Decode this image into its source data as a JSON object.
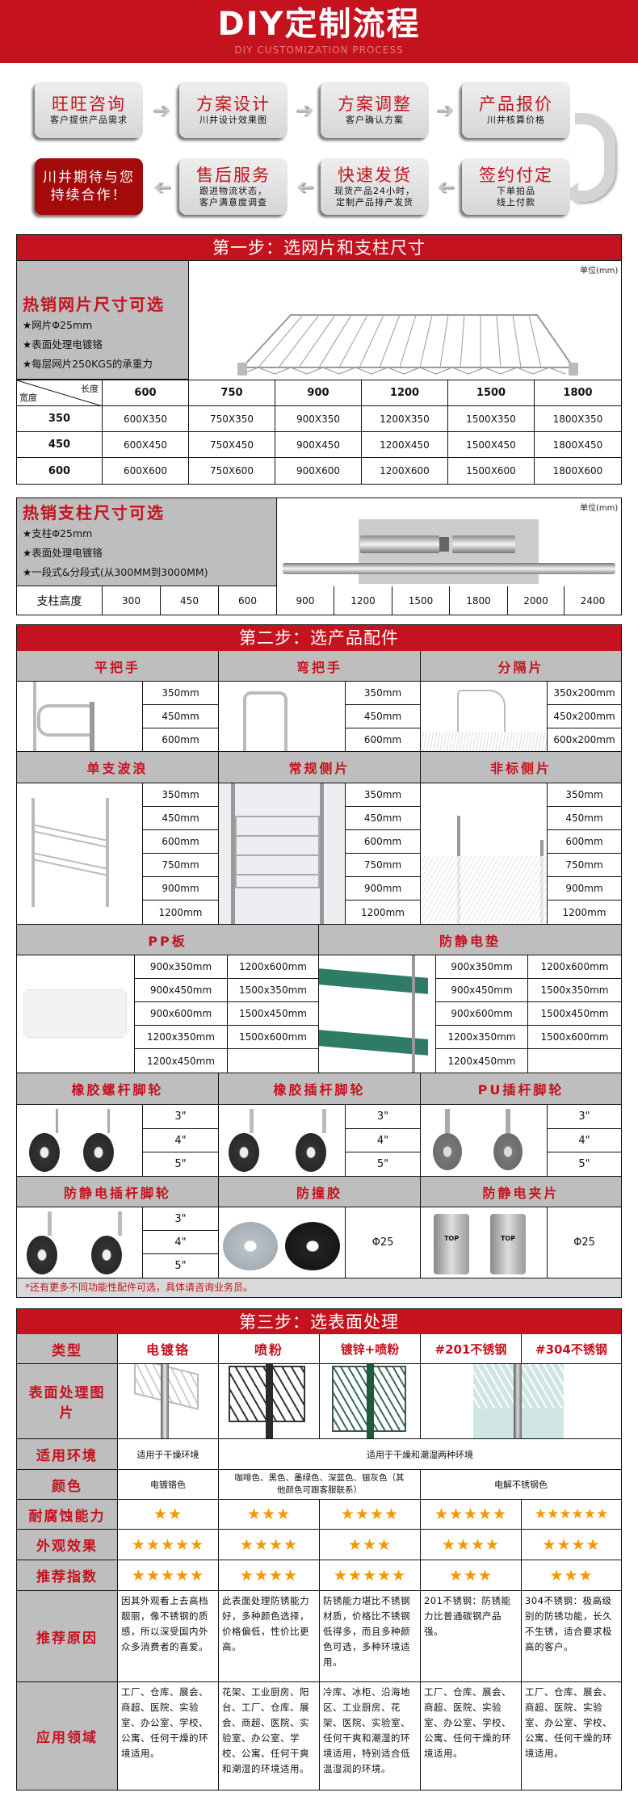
{
  "hero": {
    "title": "DIY定制流程",
    "subtitle": "DIY CUSTOMIZATION PROCESS",
    "accent": "#C4121E"
  },
  "process": [
    {
      "title": "旺旺咨询",
      "desc": "客户提供产品需求"
    },
    {
      "title": "方案设计",
      "desc": "川井设计效果图"
    },
    {
      "title": "方案调整",
      "desc": "客户确认方案"
    },
    {
      "title": "产品报价",
      "desc": "川井核算价格"
    },
    {
      "title": "签约付定",
      "desc": "下单拍品",
      "desc2": "线上付款"
    },
    {
      "title": "快速发货",
      "desc": "现货产品24小时，",
      "desc2": "定制产品排产发货"
    },
    {
      "title": "售后服务",
      "desc": "跟进物流状态，",
      "desc2": "客户满意度调查"
    },
    {
      "title": "川井期待与您",
      "desc": "持续合作！"
    }
  ],
  "step1": {
    "title": "第一步：选网片和支柱尺寸",
    "unit": "单位(mm)",
    "shelf": {
      "heading": "热销网片尺寸可选",
      "features": [
        "★网片Φ25mm",
        "★表面处理电镀铬",
        "★每层网片250KGS的承重力"
      ],
      "corner_length": "长度",
      "corner_width": "宽度",
      "lengths": [
        "600",
        "750",
        "900",
        "1200",
        "1500",
        "1800"
      ],
      "rows": [
        {
          "width": "350",
          "cells": [
            "600X350",
            "750X350",
            "900X350",
            "1200X350",
            "1500X350",
            "1800X350"
          ]
        },
        {
          "width": "450",
          "cells": [
            "600X450",
            "750X450",
            "900X450",
            "1200X450",
            "1500X450",
            "1800X450"
          ]
        },
        {
          "width": "600",
          "cells": [
            "600X600",
            "750X600",
            "900X600",
            "1200X600",
            "1500X600",
            "1800X600"
          ]
        }
      ]
    },
    "pole": {
      "heading": "热销支柱尺寸可选",
      "features": [
        "★支柱Φ25mm",
        "★表面处理电镀铬",
        "★一段式&分段式(从300MM到3000MM)"
      ],
      "label": "支柱高度",
      "heights": [
        "300",
        "450",
        "600",
        "900",
        "1200",
        "1500",
        "1800",
        "2000",
        "2400"
      ]
    }
  },
  "step2": {
    "title": "第二步：选产品配件",
    "row1": [
      {
        "name": "平把手",
        "sizes": [
          "350mm",
          "450mm",
          "600mm"
        ]
      },
      {
        "name": "弯把手",
        "sizes": [
          "350mm",
          "450mm",
          "600mm"
        ]
      },
      {
        "name": "分隔片",
        "sizes": [
          "350x200mm",
          "450x200mm",
          "600x200mm"
        ]
      }
    ],
    "row2": [
      {
        "name": "单支波浪",
        "sizes": [
          "350mm",
          "450mm",
          "600mm",
          "750mm",
          "900mm",
          "1200mm"
        ]
      },
      {
        "name": "常规侧片",
        "sizes": [
          "350mm",
          "450mm",
          "600mm",
          "750mm",
          "900mm",
          "1200mm"
        ]
      },
      {
        "name": "非标侧片",
        "sizes": [
          "350mm",
          "450mm",
          "600mm",
          "750mm",
          "900mm",
          "1200mm"
        ]
      }
    ],
    "row3": [
      {
        "name": "PP板",
        "sizes_a": [
          "900x350mm",
          "900x450mm",
          "900x600mm",
          "1200x350mm",
          "1200x450mm"
        ],
        "sizes_b": [
          "1200x600mm",
          "1500x350mm",
          "1500x450mm",
          "1500x600mm",
          ""
        ]
      },
      {
        "name": "防静电垫",
        "sizes_a": [
          "900x350mm",
          "900x450mm",
          "900x600mm",
          "1200x350mm",
          "1200x450mm"
        ],
        "sizes_b": [
          "1200x600mm",
          "1500x350mm",
          "1500x450mm",
          "1500x600mm",
          ""
        ]
      }
    ],
    "row4": [
      {
        "name": "橡胶螺杆脚轮",
        "sizes": [
          "3\"",
          "4\"",
          "5\""
        ]
      },
      {
        "name": "橡胶插杆脚轮",
        "sizes": [
          "3\"",
          "4\"",
          "5\""
        ]
      },
      {
        "name": "PU插杆脚轮",
        "sizes": [
          "3\"",
          "4\"",
          "5\""
        ]
      }
    ],
    "row5": [
      {
        "name": "防静电插杆脚轮",
        "sizes": [
          "3\"",
          "4\"",
          "5\""
        ]
      },
      {
        "name": "防撞胶",
        "size": "Φ25"
      },
      {
        "name": "防静电夹片",
        "size": "Φ25",
        "clip_label": "TOP"
      }
    ],
    "note": "*还有更多不同功能性配件可选，具体请咨询业务员。"
  },
  "step3": {
    "title": "第三步：选表面处理",
    "labels": {
      "type": "类型",
      "image": "表面处理图片",
      "env": "适用环境",
      "color": "颜色",
      "corrosion": "耐腐蚀能力",
      "look": "外观效果",
      "recommend": "推荐指数",
      "reason": "推荐原因",
      "field": "应用领域"
    },
    "types": [
      "电镀铬",
      "喷粉",
      "镀锌+喷粉",
      "#201不锈钢",
      "#304不锈钢"
    ],
    "env": [
      "适用于干燥环境",
      "适用于干燥和潮湿两种环境"
    ],
    "colors": [
      "电镀铬色",
      "咖啡色、黑色、墨绿色、深蓝色、银灰色（其他颜色可跟客服联系）",
      "电解不锈钢色"
    ],
    "corrosion": [
      "★★",
      "★★★",
      "★★★★",
      "★★★★★",
      "★★★★★★"
    ],
    "look": [
      "★★★★★",
      "★★★★",
      "★★★",
      "★★★★",
      "★★★★"
    ],
    "recommend": [
      "★★★★★",
      "★★★★",
      "★★★★★",
      "★★★",
      "★★★"
    ],
    "reasons": [
      "因其外观看上去高档靓丽，像不锈钢的质感，所以深受国内外众多消费者的喜爱。",
      "此表面处理防锈能力好，多种颜色选择，价格偏低，性价比更高。",
      "防锈能力堪比不锈钢材质，价格比不锈钢低得多，而且多种颜色可选，多种环境适用。",
      "201不锈钢：防锈能力比普通碳钢产品强。",
      "304不锈钢：极高级别的防锈功能，长久不生锈，适合要求极高的客户。"
    ],
    "fields": [
      "工厂、仓库、展会、商超、医院、实验室、办公室、学校、公寓、任何干燥的环境适用。",
      "花架、工业厨房、阳台、工厂、仓库、展会、商超、医院、实验室、办公室、学校、公寓、任何干爽和潮湿的环境适用。",
      "冷库、冰柜、沿海地区、工业厨房、花架、医院、实验室、任何干爽和潮湿的环境适用，特别适合低温湿润的环境。",
      "工厂、仓库、展会、商超、医院、实验室、办公室、学校、公寓、任何干燥的环境适用。",
      "工厂、仓库、展会、商超、医院、实验室、办公室、学校、公寓、任何干燥的环境适用。"
    ],
    "star_color": "#F39800"
  }
}
